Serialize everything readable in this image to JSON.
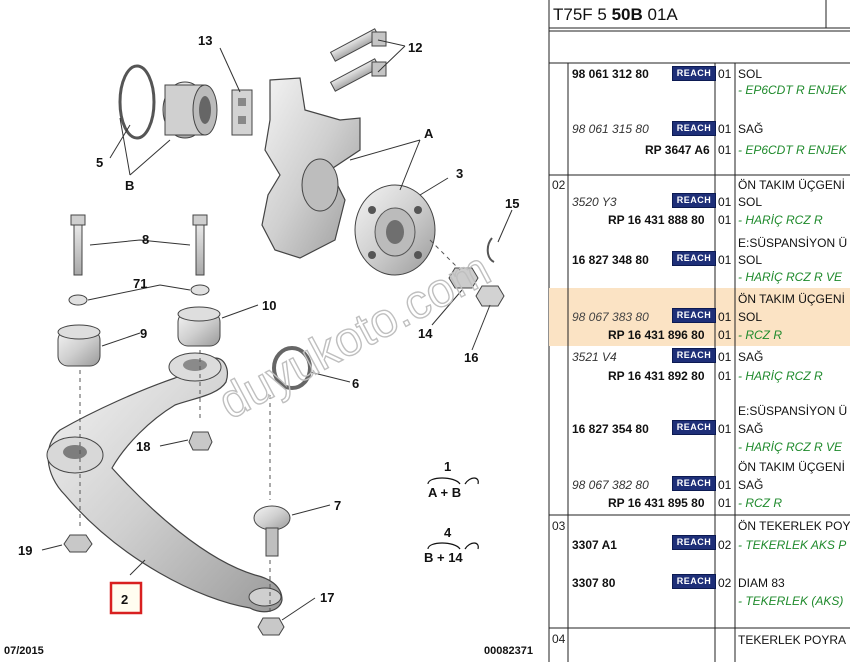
{
  "header": {
    "code_a": "T75F 5",
    "code_b": "50B",
    "code_c": "01A"
  },
  "diagram": {
    "callouts": [
      "13",
      "12",
      "5",
      "B",
      "A",
      "3",
      "8",
      "15",
      "71",
      "10",
      "9",
      "14",
      "16",
      "6",
      "18",
      "1",
      "A + B",
      "7",
      "4",
      "B + 14",
      "19",
      "2",
      "17"
    ],
    "date": "07/2015",
    "ref_number": "00082371",
    "watermark": "duyukoto.com"
  },
  "badge_label": "REACH",
  "groups": [
    "02",
    "03",
    "04"
  ],
  "rows": [
    {
      "ref": "98 061 312 80",
      "qty": "01",
      "desc": "SOL",
      "note": "- EP6CDT R ENJEK"
    },
    {
      "ref": "98 061 315 80",
      "qty": "01",
      "desc": "SAĞ",
      "note": ""
    },
    {
      "ref": "RP 3647 A6",
      "qty": "01",
      "desc": "",
      "note": "- EP6CDT R ENJEK"
    },
    {
      "ref": "",
      "qty": "",
      "desc": "ÖN TAKIM ÜÇGENİ",
      "note": ""
    },
    {
      "ref": "3520 Y3",
      "qty": "01",
      "desc": "SOL",
      "note": ""
    },
    {
      "ref": "RP 16 431 888 80",
      "qty": "01",
      "desc": "",
      "note": "- HARİÇ RCZ R"
    },
    {
      "ref": "",
      "qty": "",
      "desc": "E:SÜSPANSİYON Ü",
      "note": ""
    },
    {
      "ref": "16 827 348 80",
      "qty": "01",
      "desc": "SOL",
      "note": "- HARİÇ RCZ R VE"
    },
    {
      "ref": "",
      "qty": "",
      "desc": "ÖN TAKIM ÜÇGENİ",
      "note": ""
    },
    {
      "ref": "98 067 383 80",
      "qty": "01",
      "desc": "SOL",
      "note": ""
    },
    {
      "ref": "RP 16 431 896 80",
      "qty": "01",
      "desc": "",
      "note": "- RCZ R"
    },
    {
      "ref": "3521 V4",
      "qty": "01",
      "desc": "SAĞ",
      "note": ""
    },
    {
      "ref": "RP 16 431 892 80",
      "qty": "01",
      "desc": "",
      "note": "- HARİÇ RCZ R"
    },
    {
      "ref": "",
      "qty": "",
      "desc": "E:SÜSPANSİYON Ü",
      "note": ""
    },
    {
      "ref": "16 827 354 80",
      "qty": "01",
      "desc": "SAĞ",
      "note": "- HARİÇ RCZ R VE"
    },
    {
      "ref": "",
      "qty": "",
      "desc": "ÖN TAKIM ÜÇGENİ",
      "note": ""
    },
    {
      "ref": "98 067 382 80",
      "qty": "01",
      "desc": "SAĞ",
      "note": ""
    },
    {
      "ref": "RP 16 431 895 80",
      "qty": "01",
      "desc": "",
      "note": "- RCZ R"
    },
    {
      "ref": "",
      "qty": "",
      "desc": "ÖN TEKERLEK POY",
      "note": ""
    },
    {
      "ref": "3307 A1",
      "qty": "02",
      "desc": "",
      "note": "- TEKERLEK AKS P"
    },
    {
      "ref": "3307 80",
      "qty": "02",
      "desc": "DIAM 83",
      "note": ""
    },
    {
      "ref": "",
      "qty": "",
      "desc": "",
      "note": "- TEKERLEK (AKS)"
    },
    {
      "ref": "",
      "qty": "",
      "desc": "TEKERLEK POYRA",
      "note": ""
    }
  ],
  "colors": {
    "highlight": "#fbe3c4",
    "badge": "#1e2f78",
    "note": "#1f8a2c",
    "callout_box": "#d82020"
  }
}
